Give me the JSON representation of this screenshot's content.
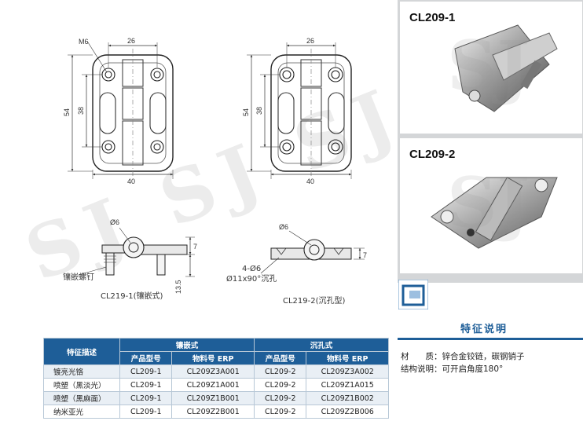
{
  "drawing1": {
    "dims": {
      "m6": "M6",
      "w26": "26",
      "h54": "54",
      "h38": "38",
      "w40": "40"
    }
  },
  "drawing2": {
    "dims": {
      "w26": "26",
      "h54": "54",
      "h38": "38",
      "w40": "40"
    }
  },
  "side1": {
    "phi": "Ø6",
    "seven": "7",
    "h135": "13.5",
    "insert_label": "镶嵌螺钉",
    "caption": "CL219-1(镶嵌式)"
  },
  "side2": {
    "phi": "Ø6",
    "seven": "7",
    "holes_line1": "4-Ø6",
    "holes_line2": "Ø11x90°沉孔",
    "caption": "CL219-2(沉孔型)"
  },
  "photos": {
    "label1": "CL209-1",
    "label2": "CL209-2",
    "watermark": "SJ"
  },
  "watermark_left": "SJ SJ SJ",
  "table": {
    "header_desc": "特征描述",
    "group1": "镶嵌式",
    "group2": "沉孔式",
    "sub_model": "产品型号",
    "sub_erp": "物料号 ERP",
    "rows": [
      {
        "desc": "镀亮光铬",
        "m1": "CL209-1",
        "e1": "CL209Z3A001",
        "m2": "CL209-2",
        "e2": "CL209Z3A002"
      },
      {
        "desc": "喷塑（黑淡光）",
        "m1": "CL209-1",
        "e1": "CL209Z1A001",
        "m2": "CL209-2",
        "e2": "CL209Z1A015"
      },
      {
        "desc": "喷塑（黑麻面）",
        "m1": "CL209-1",
        "e1": "CL209Z1B001",
        "m2": "CL209-2",
        "e2": "CL209Z1B002"
      },
      {
        "desc": "纳米亚光",
        "m1": "CL209-1",
        "e1": "CL209Z2B001",
        "m2": "CL209-2",
        "e2": "CL209Z2B006"
      }
    ]
  },
  "features": {
    "title": "特征说明",
    "material": "材　　质：锌合金铰链，碳钢销子",
    "structure": "结构说明：可开启角度180°"
  },
  "colors": {
    "brand_blue": "#1e5e98",
    "row_alt": "#e9eff5",
    "photo_bg": "#d4d6d8"
  }
}
